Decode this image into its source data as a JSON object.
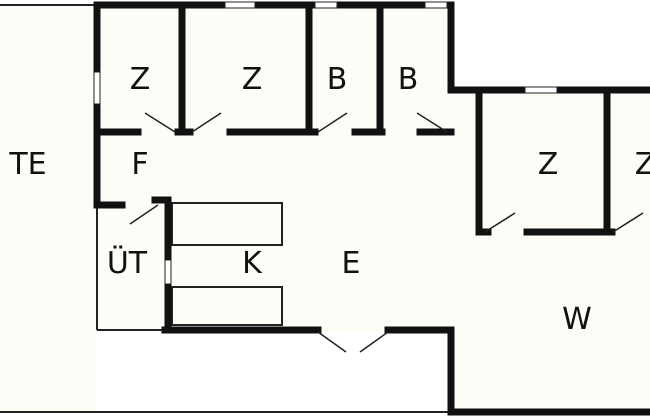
{
  "colors": {
    "floor": "#fcfdf7",
    "wall": "#111111",
    "thin_line": "#222222",
    "background": "#ffffff"
  },
  "rooms": {
    "terrace": "TE",
    "hallway": "F",
    "room_1": "Z",
    "room_2": "Z",
    "bath_1": "B",
    "bath_2": "B",
    "room_3": "Z",
    "room_4": "Z",
    "utility": "ÜT",
    "kitchen": "K",
    "dining": "E",
    "living": "W"
  }
}
